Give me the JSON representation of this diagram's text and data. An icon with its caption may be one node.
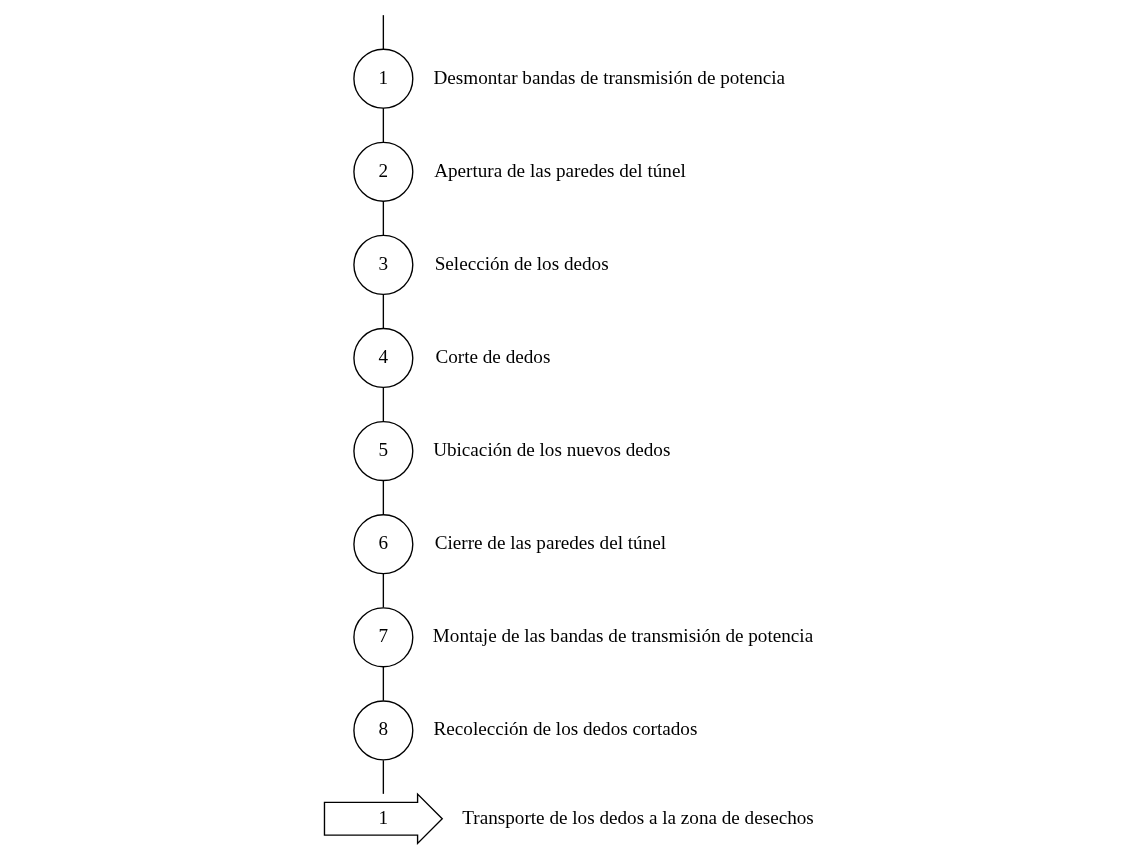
{
  "diagram": {
    "nodes": [
      {
        "text": [
          "1"
        ],
        "beside": [
          "Desmontar bandas de transmisión de potencia"
        ]
      },
      {
        "text": [
          "2"
        ],
        "beside": [
          "Apertura de las paredes del túnel"
        ]
      },
      {
        "text": [
          "3"
        ],
        "beside": [
          "Selección de los dedos"
        ]
      },
      {
        "text": [
          "4"
        ],
        "beside": [
          "Corte de dedos"
        ]
      },
      {
        "text": [
          "5"
        ],
        "beside": [
          "Ubicación de los nuevos dedos"
        ]
      },
      {
        "text": [
          "6"
        ],
        "beside": [
          "Cierre de las paredes del túnel"
        ]
      },
      {
        "text": [
          "7"
        ],
        "beside": [
          "Montaje de las bandas de transmisión de potencia"
        ]
      },
      {
        "text": [
          "8"
        ],
        "beside": [
          "Recolección de los dedos cortados"
        ]
      },
      {
        "text": [
          "1"
        ],
        "beside": [
          "Transporte de los dedos a la zona de desechos"
        ]
      }
    ],
    "edges": [
      {
        "from": null,
        "to": 0,
        "arrow": "none"
      },
      {
        "from": 0,
        "to": 1,
        "arrow": "none"
      },
      {
        "from": 1,
        "to": 2,
        "arrow": "none"
      },
      {
        "from": 2,
        "to": 3,
        "arrow": "none"
      },
      {
        "from": 3,
        "to": 4,
        "arrow": "none"
      },
      {
        "from": 4,
        "to": 5,
        "arrow": "none"
      },
      {
        "from": 5,
        "to": 6,
        "arrow": "none"
      },
      {
        "from": 6,
        "to": 7,
        "arrow": "none"
      },
      {
        "from": 7,
        "to": 8,
        "arrow": "none"
      }
    ]
  }
}
